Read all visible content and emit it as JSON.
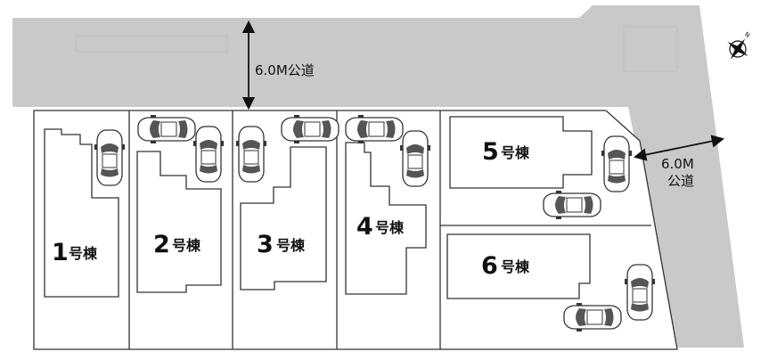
{
  "map": {
    "road_top_label": "6.0M公道",
    "road_right_label_line1": "6.0M",
    "road_right_label_line2": "公道",
    "compass_label": "N",
    "colors": {
      "road": "#c9c9c9",
      "lot_line": "#333333",
      "building_line": "#333333"
    }
  },
  "lots": [
    {
      "num": "1",
      "suffix": "号棟"
    },
    {
      "num": "2",
      "suffix": "号棟"
    },
    {
      "num": "3",
      "suffix": "号棟"
    },
    {
      "num": "4",
      "suffix": "号棟"
    },
    {
      "num": "5",
      "suffix": "号棟"
    },
    {
      "num": "6",
      "suffix": "号棟"
    }
  ]
}
